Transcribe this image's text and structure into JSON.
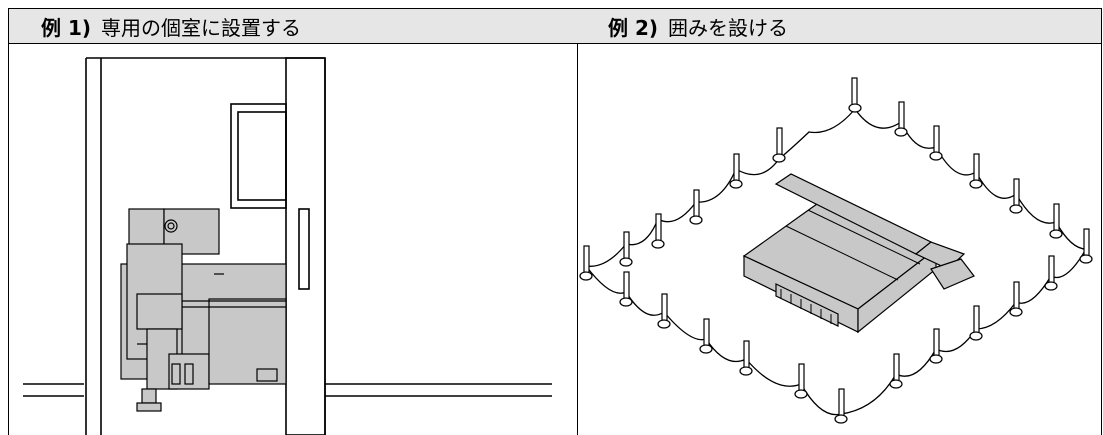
{
  "examples": [
    {
      "label": "例 1)",
      "title": "専用の個室に設置する",
      "illustration": "printer-in-private-room"
    },
    {
      "label": "例 2)",
      "title": "囲みを設ける",
      "illustration": "printer-surrounded-by-stanchion-barrier"
    }
  ],
  "colors": {
    "header_bg": "#e6e6e6",
    "printer_fill": "#c8c8c8",
    "line": "#000000"
  }
}
